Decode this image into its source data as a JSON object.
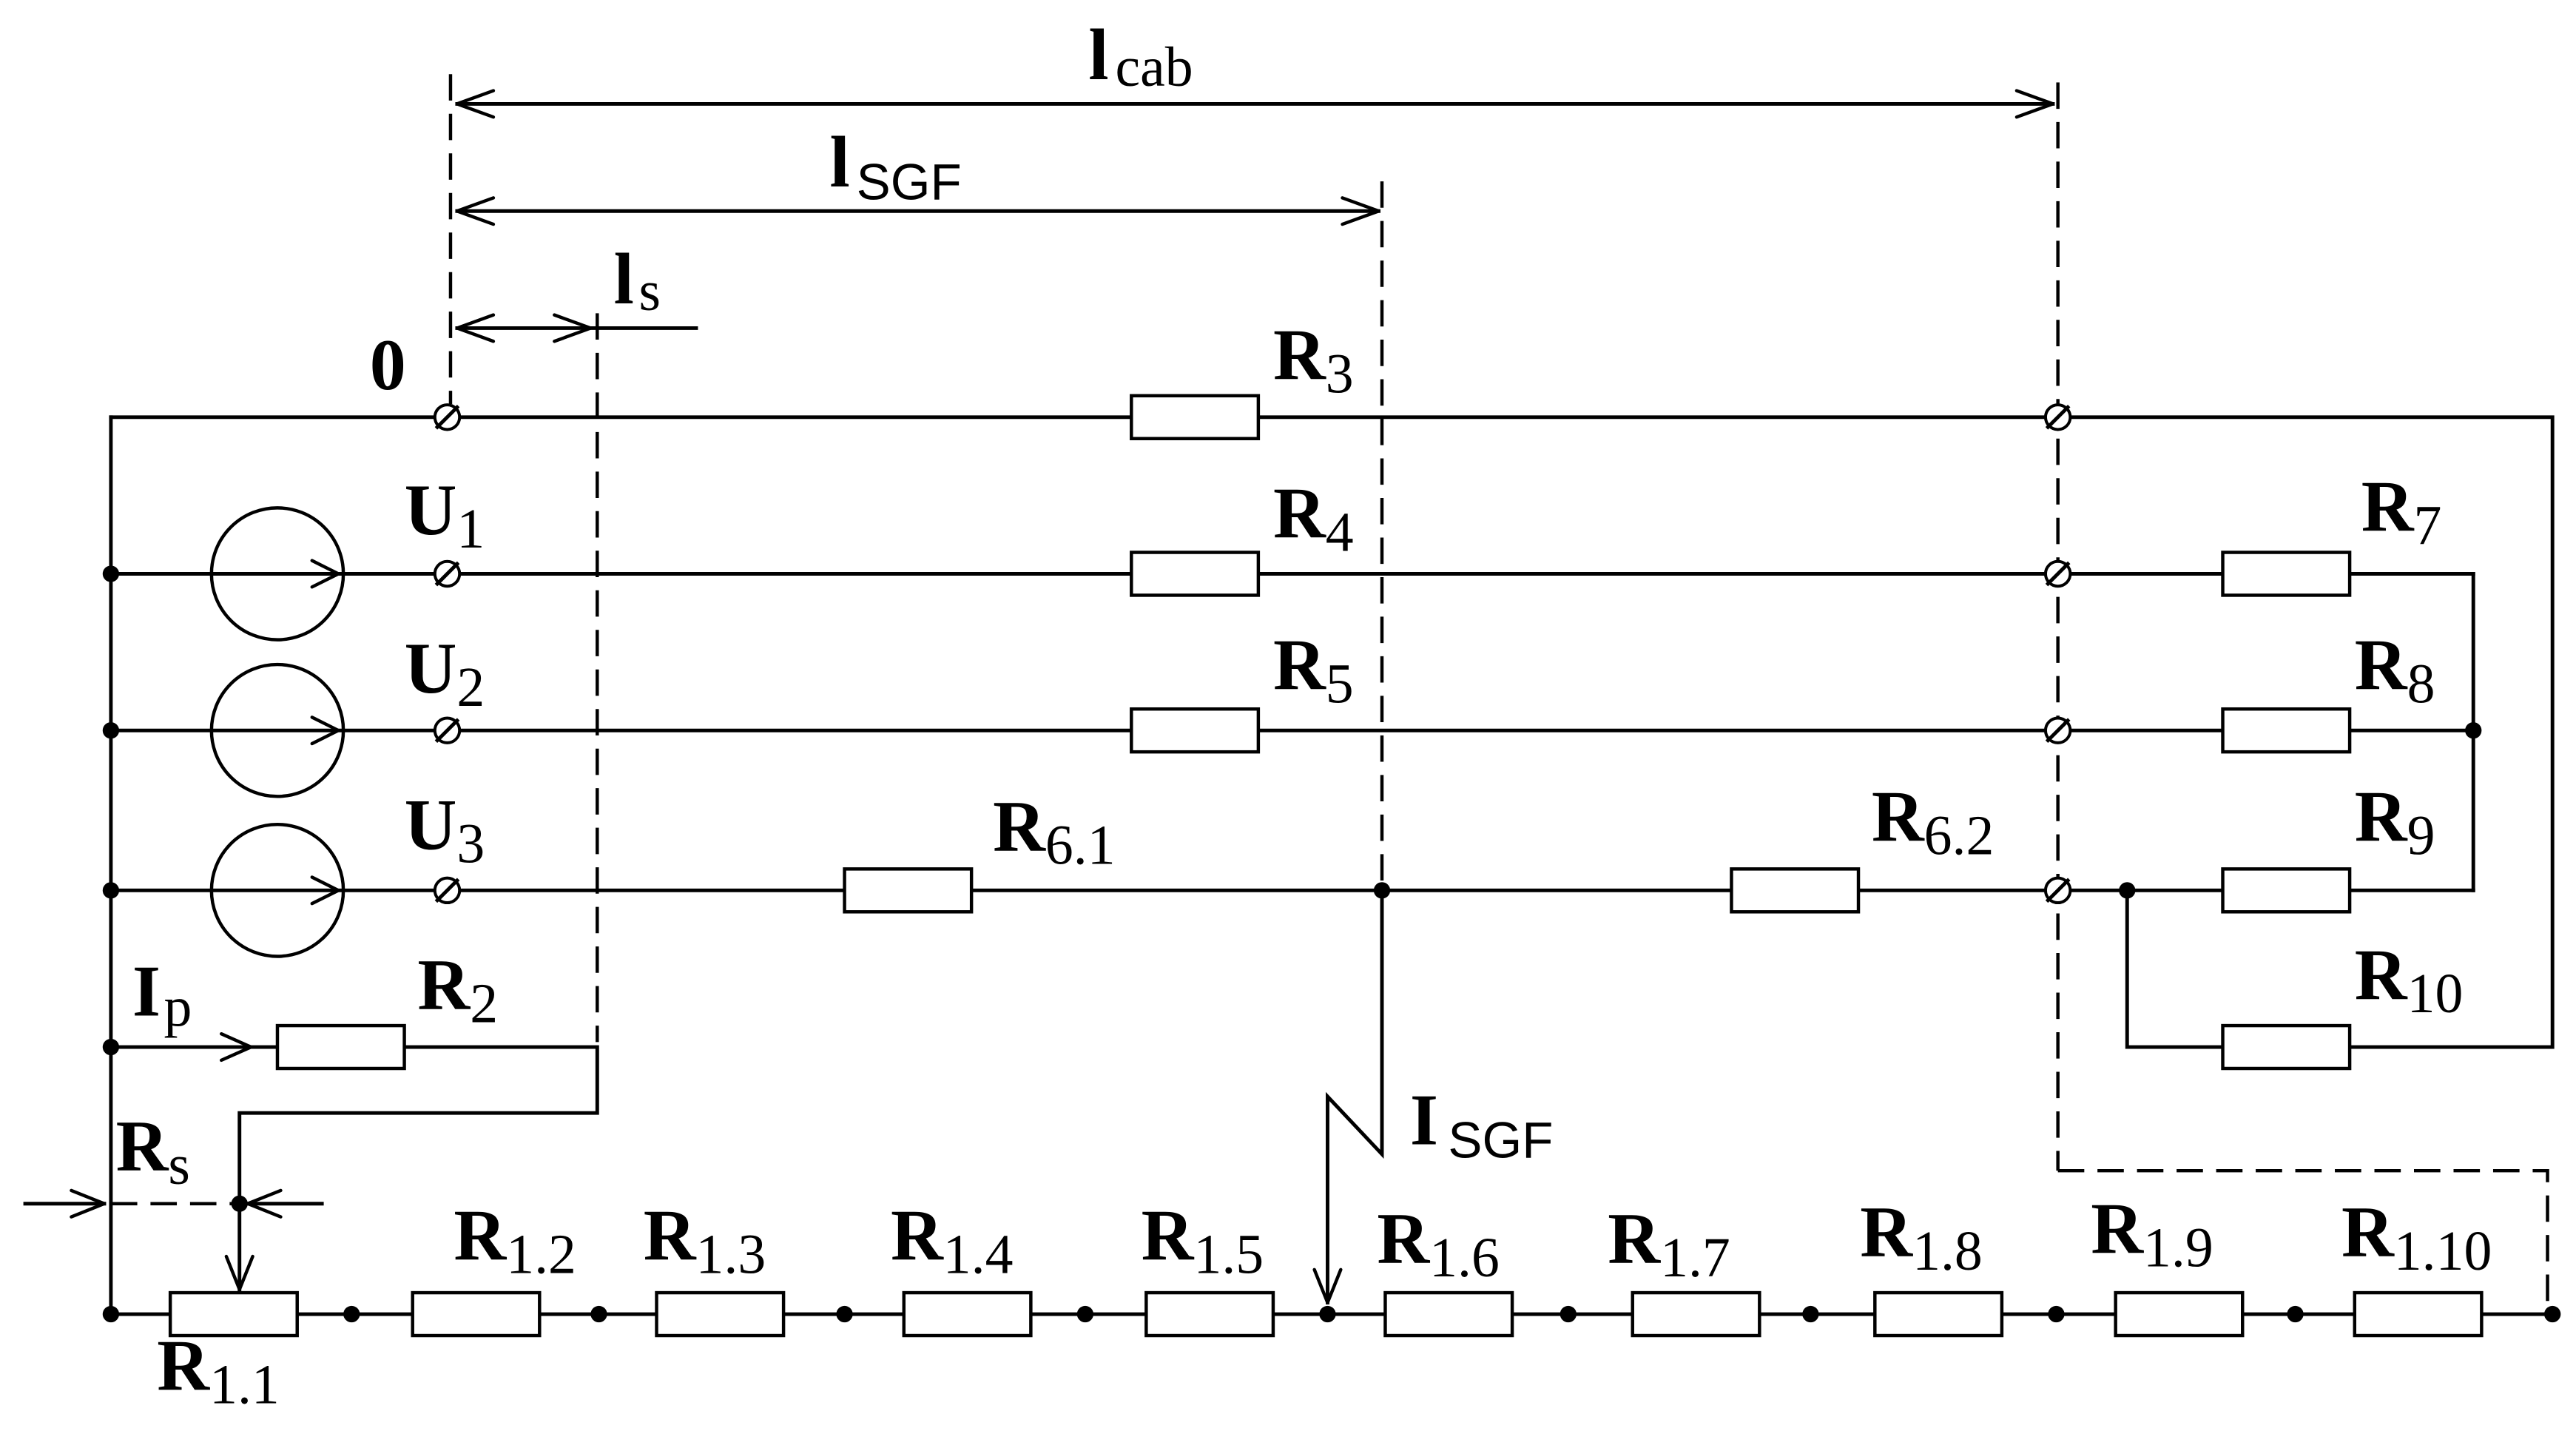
{
  "colors": {
    "background": "#ffffff",
    "ink": "#000000"
  },
  "labels": {
    "l_cab": {
      "main": "l",
      "sub": "cab"
    },
    "l_sgf": {
      "main": "l",
      "sub": "SGF"
    },
    "l_s": {
      "main": "l",
      "sub": "s"
    },
    "origin": "0",
    "u1": {
      "main": "U",
      "sub": "1"
    },
    "u2": {
      "main": "U",
      "sub": "2"
    },
    "u3": {
      "main": "U",
      "sub": "3"
    },
    "r2": {
      "main": "R",
      "sub": "2"
    },
    "r3": {
      "main": "R",
      "sub": "3"
    },
    "r4": {
      "main": "R",
      "sub": "4"
    },
    "r5": {
      "main": "R",
      "sub": "5"
    },
    "r6_1": {
      "main": "R",
      "sub": "6.1"
    },
    "r6_2": {
      "main": "R",
      "sub": "6.2"
    },
    "r7": {
      "main": "R",
      "sub": "7"
    },
    "r8": {
      "main": "R",
      "sub": "8"
    },
    "r9": {
      "main": "R",
      "sub": "9"
    },
    "r10": {
      "main": "R",
      "sub": "10"
    },
    "i_p": {
      "main": "I",
      "sub": "p"
    },
    "r_s": {
      "main": "R",
      "sub": "s"
    },
    "i_sgf": {
      "main": "I",
      "sub": "SGF"
    }
  },
  "ground_chain": [
    {
      "main": "R",
      "sub": "1.1"
    },
    {
      "main": "R",
      "sub": "1.2"
    },
    {
      "main": "R",
      "sub": "1.3"
    },
    {
      "main": "R",
      "sub": "1.4"
    },
    {
      "main": "R",
      "sub": "1.5"
    },
    {
      "main": "R",
      "sub": "1.6"
    },
    {
      "main": "R",
      "sub": "1.7"
    },
    {
      "main": "R",
      "sub": "1.8"
    },
    {
      "main": "R",
      "sub": "1.9"
    },
    {
      "main": "R",
      "sub": "1.10"
    }
  ]
}
